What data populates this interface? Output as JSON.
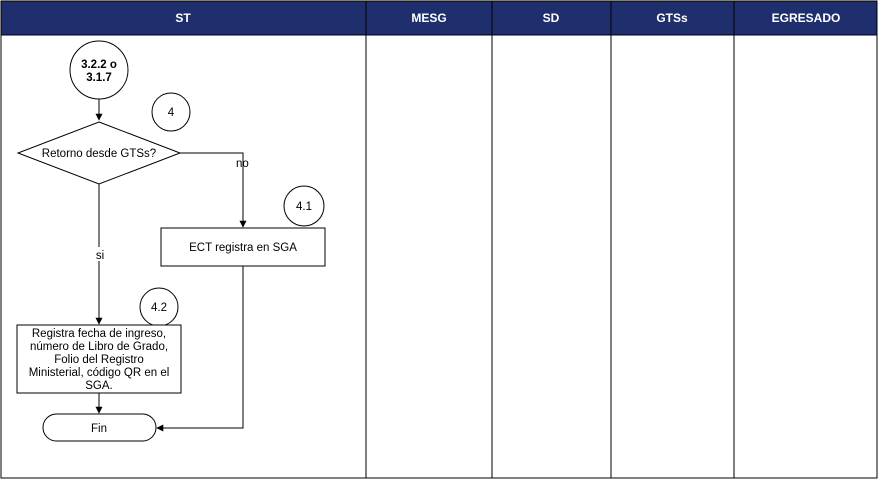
{
  "colors": {
    "header_bg": "#1f2f6e",
    "header_text": "#ffffff",
    "border": "#000000"
  },
  "lanes": [
    {
      "name": "ST"
    },
    {
      "name": "MESG"
    },
    {
      "name": "SD"
    },
    {
      "name": "GTSs"
    },
    {
      "name": "EGRESADO"
    }
  ],
  "nodes": {
    "start_connector": {
      "lines": [
        "3.2.2 o",
        "3.1.7"
      ]
    },
    "step_4": {
      "label": "4"
    },
    "decision": {
      "label": "Retorno desde GTSs?"
    },
    "step_4_1": {
      "label": "4.1"
    },
    "ect_box": {
      "label": "ECT registra en SGA"
    },
    "step_4_2": {
      "label": "4.2"
    },
    "registra_box": {
      "lines": [
        "Registra fecha de ingreso,",
        "número de Libro de Grado,",
        "Folio del Registro",
        "Ministerial, código QR en el",
        "SGA."
      ]
    },
    "fin": {
      "label": "Fin"
    }
  },
  "edges": {
    "no_label": "no",
    "si_label": "si"
  }
}
